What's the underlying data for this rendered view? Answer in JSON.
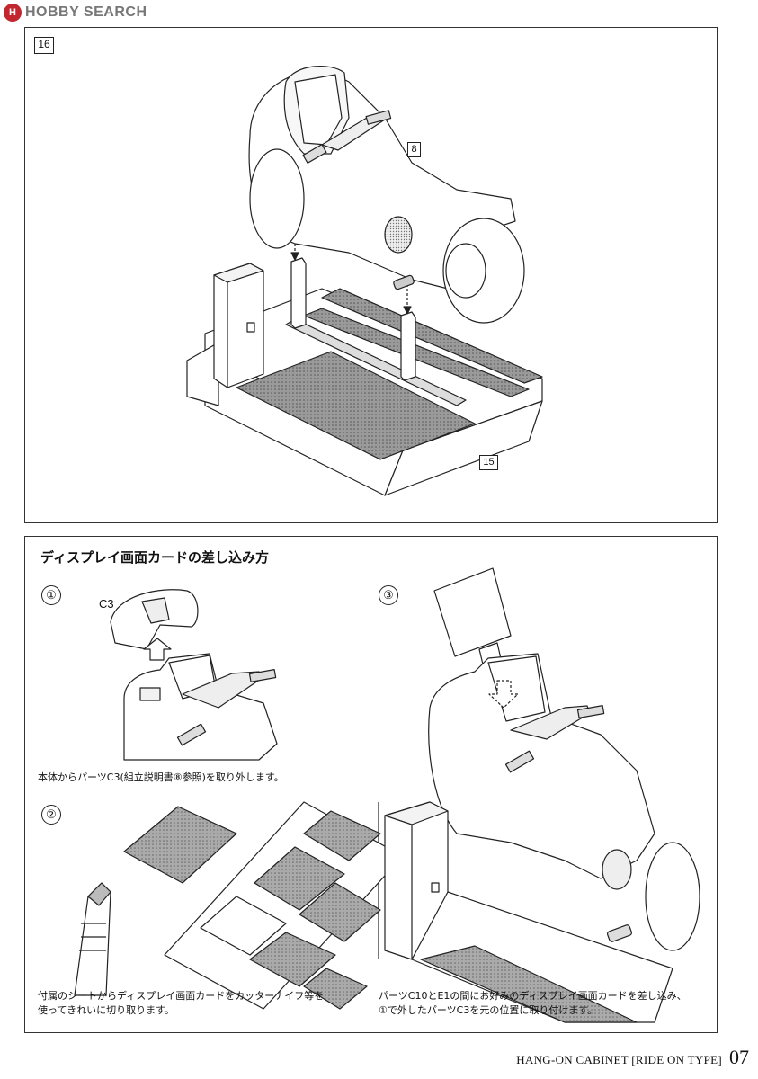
{
  "logo": {
    "mark": "H",
    "text": "HOBBY SEARCH"
  },
  "top_panel": {
    "step_number": "16",
    "part_refs": [
      "8",
      "15"
    ]
  },
  "bottom_panel": {
    "heading": "ディスプレイ画面カードの差し込み方",
    "steps": [
      {
        "num": "①",
        "label": "C3",
        "caption": "本体からパーツC3(組立説明書⑧参照)を取り外します。"
      },
      {
        "num": "②",
        "caption_line1": "付属のシートからディスプレイ画面カードをカッターナイフ等を",
        "caption_line2": "使ってきれいに切り取ります。"
      },
      {
        "num": "③",
        "caption_line1": "パーツC10とE1の間にお好みのディスプレイ画面カードを差し込み、",
        "caption_line2": "①で外したパーツC3を元の位置に取り付けます。"
      }
    ]
  },
  "footer": {
    "title": "HANG-ON CABINET [RIDE ON TYPE]",
    "page": "07"
  }
}
